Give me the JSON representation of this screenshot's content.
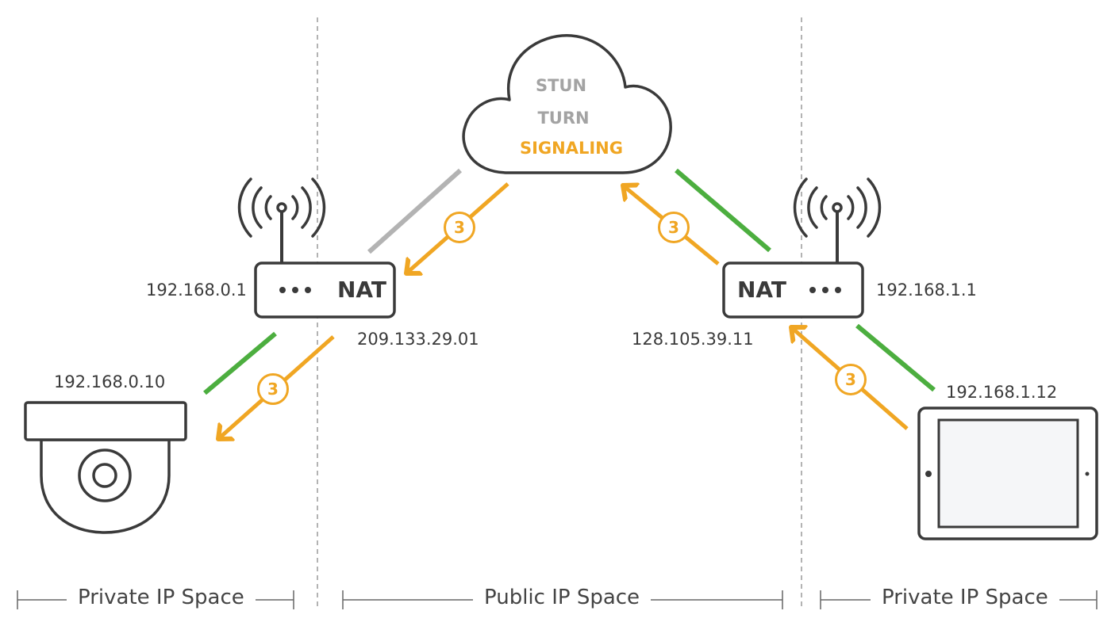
{
  "cloud": {
    "services": [
      "STUN",
      "TURN"
    ],
    "signaling": "SIGNALING"
  },
  "left": {
    "router_ip": "192.168.0.1",
    "router_label": "NAT",
    "public_ip": "209.133.29.01",
    "device_ip": "192.168.0.10"
  },
  "right": {
    "router_ip": "192.168.1.1",
    "router_label": "NAT",
    "public_ip": "128.105.39.11",
    "device_ip": "192.168.1.12"
  },
  "step_number": "3",
  "zones": {
    "left": "Private IP Space",
    "middle": "Public IP Space",
    "right": "Private IP Space"
  },
  "colors": {
    "orange": "#f0a623",
    "green": "#4cae3f",
    "gray": "#b3b3b3",
    "outline": "#3a3a3a"
  }
}
